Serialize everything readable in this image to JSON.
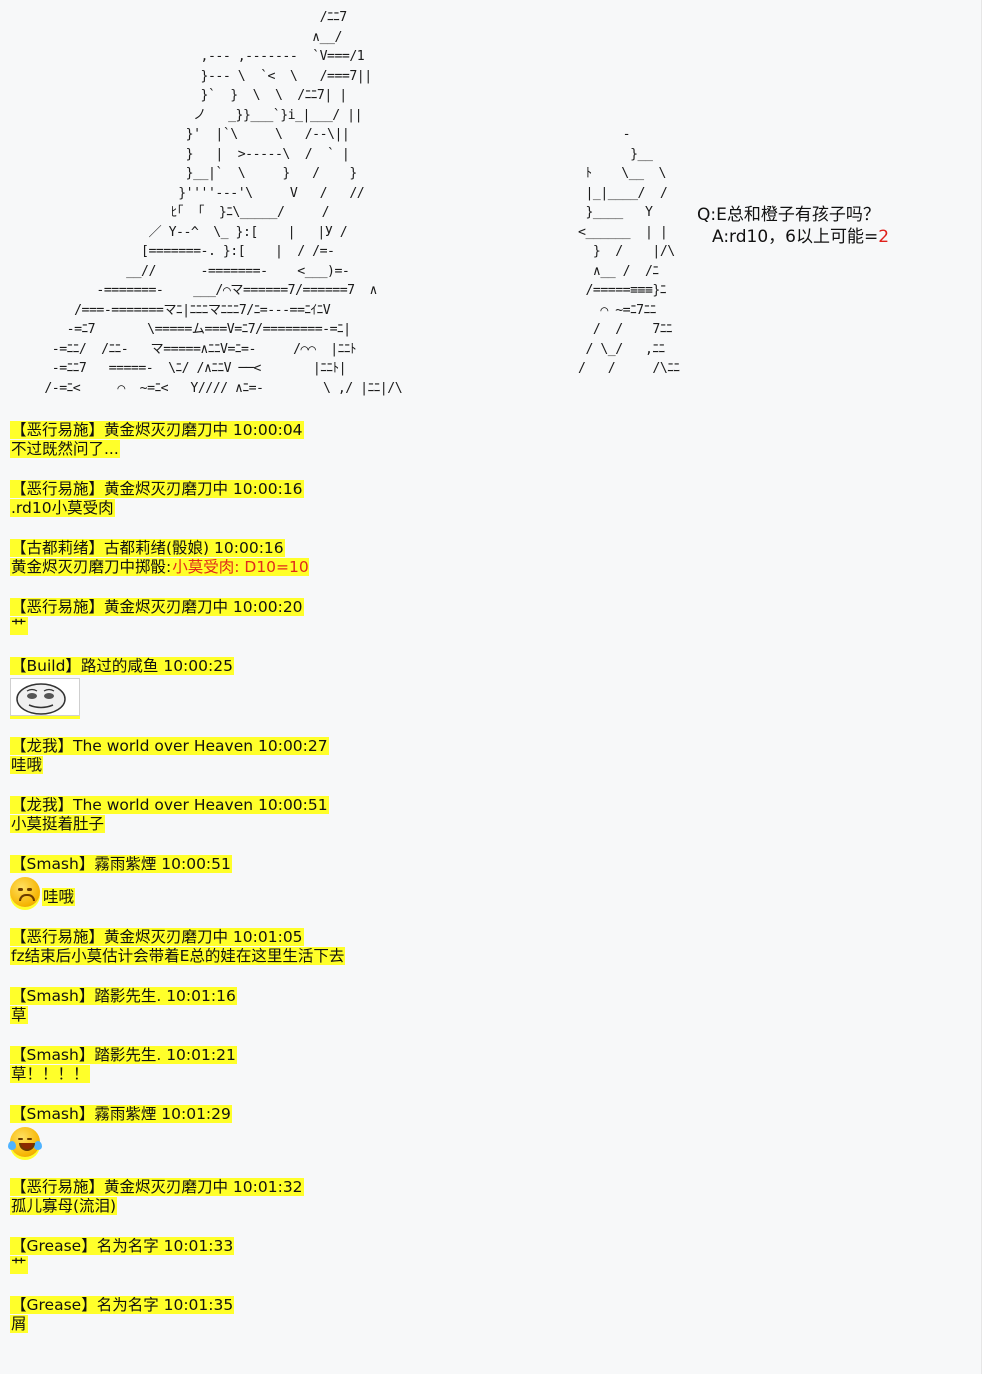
{
  "art": {
    "lines": [
      "                                        /ﾆﾆ7",
      "                                       ∧__/",
      "                        ,--- ,-------  `V===/1",
      "                        }--- \\  `<  \\   /===7||",
      "                        }`  }  \\  \\  /ﾆﾆ7| |",
      "                       ノ   _}}___`}i_|___/ ||",
      "                      }'  |`\\     \\   /--\\||",
      "                      }   |  >-----\\  /  ` |",
      "                      }__|`  \\     }   /    }",
      "                     }''''---'\\     V   /   //",
      "                    ﾋ｢  ｢  }ﾆ\\_____/     /",
      "                 ／ Y--^  \\_ }:[    |   |У /",
      "                [=======-. }:[    |  / /=-",
      "              __//      -=======-    <___)=-",
      "          -=======-    ___/⌒マ======7/======7  ∧",
      "       /===-=======マﾆ|ﾆﾆﾆマﾆﾆﾆ7/ﾆ=---==ﾆｲﾆV",
      "      -=ﾆ7       \\=====ム===V=ﾆ7/========-=ﾆ|",
      "    -=ﾆﾆ/  /ﾆﾆ-   マ=====∧ﾆﾆV=ﾆ=-     /⌒⌒  |ﾆﾆﾄ",
      "    -=ﾆﾆ7   =====-  \\ﾆ/ /∧ﾆﾆV ──<       |ﾆﾆﾄ|",
      "   /-=ﾆ<     ⌒  ~=ﾆ<   Y//// ∧ﾆ=-        \\ ,/ |ﾆﾆ|/\\"
    ],
    "side_lines": [
      "      -",
      "       }__",
      " ﾄ    \\__  \\",
      " |_|____/  /",
      " }____   Y",
      "<______  | |",
      "  }  /    |/\\",
      "  ∧__ /  /ﾆ",
      " /=====≡≡≡}ﾆ",
      "   ⌒ ~=ﾆ7ﾆﾆ",
      "  /  /    7ﾆﾆ",
      " / \\_/   ,ﾆﾆ",
      "/   /     /\\ﾆﾆ"
    ],
    "question": "Q:E总和橙子有孩子吗？",
    "answer_prefix": "A:rd10，6以上可能=",
    "answer_roll": "2"
  },
  "messages": [
    {
      "header": "【恶行易施】黄金烬灭刃磨刀中 10:00:04",
      "body": "不过既然问了..."
    },
    {
      "header": "【恶行易施】黄金烬灭刃磨刀中 10:00:16",
      "body": ".rd10小莫受肉"
    },
    {
      "header": "【古都莉绪】古都莉绪(骰娘) 10:00:16",
      "body_prefix": "黄金烬灭刃磨刀中掷骰:",
      "body_roll": "小莫受肉: D10=10"
    },
    {
      "header": "【恶行易施】黄金烬灭刃磨刀中 10:00:20",
      "body": "艹"
    },
    {
      "header": "【Build】路过的咸鱼 10:00:25",
      "sticker": "meme-face-sticker"
    },
    {
      "header": "【龙我】The world over Heaven 10:00:27",
      "body": "哇哦"
    },
    {
      "header": "【龙我】The world over Heaven 10:00:51",
      "body": "小莫挺着肚子"
    },
    {
      "header": "【Smash】霧雨紫煙 10:00:51",
      "emoji": "worried-face-emoji",
      "body": "哇哦"
    },
    {
      "header": "【恶行易施】黄金烬灭刃磨刀中 10:01:05",
      "body": "fz结束后小莫估计会带着E总的娃在这里生活下去"
    },
    {
      "header": "【Smash】踏影先生. 10:01:16",
      "body": "草"
    },
    {
      "header": "【Smash】踏影先生. 10:01:21",
      "body": "草！！！！"
    },
    {
      "header": "【Smash】霧雨紫煙 10:01:29",
      "emoji": "crying-laughing-emoji"
    },
    {
      "header": "【恶行易施】黄金烬灭刃磨刀中 10:01:32",
      "body": "孤儿寡母(流泪)"
    },
    {
      "header": "【Grease】名为名字 10:01:33",
      "body": "艹"
    },
    {
      "header": "【Grease】名为名字 10:01:35",
      "body": "屑"
    }
  ],
  "colors": {
    "highlight": "#ffff2a",
    "roll_text": "#e02b1b",
    "background": "#f7f8f9"
  }
}
